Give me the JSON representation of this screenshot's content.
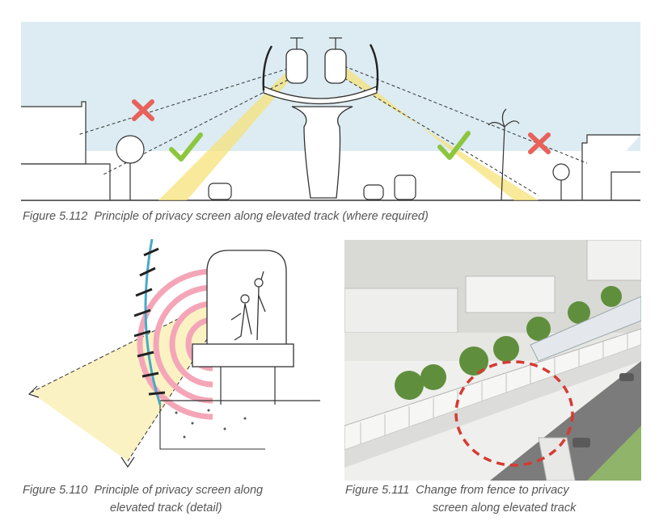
{
  "figures": [
    {
      "id": "fig-5-112",
      "number": "Figure 5.112",
      "caption": "Principle of privacy screen along elevated track (where required)"
    },
    {
      "id": "fig-5-110",
      "number": "Figure 5.110",
      "caption_line1": "Principle of privacy screen along",
      "caption_line2": "elevated track (detail)"
    },
    {
      "id": "fig-5-111",
      "number": "Figure 5.111",
      "caption_line1": "Change from fence to privacy",
      "caption_line2": "screen along elevated track"
    }
  ],
  "colors": {
    "sky": "#dcecf2",
    "sightline_yellow": "#f7e27a",
    "check_green": "#8cc63f",
    "cross_red": "#e8615b",
    "sound_pink": "#f4a6b8",
    "screen_blue": "#4aa8c8",
    "highlight_red": "#d63a32"
  },
  "icons": {
    "allowed": "check-mark-icon",
    "blocked": "cross-mark-icon"
  }
}
